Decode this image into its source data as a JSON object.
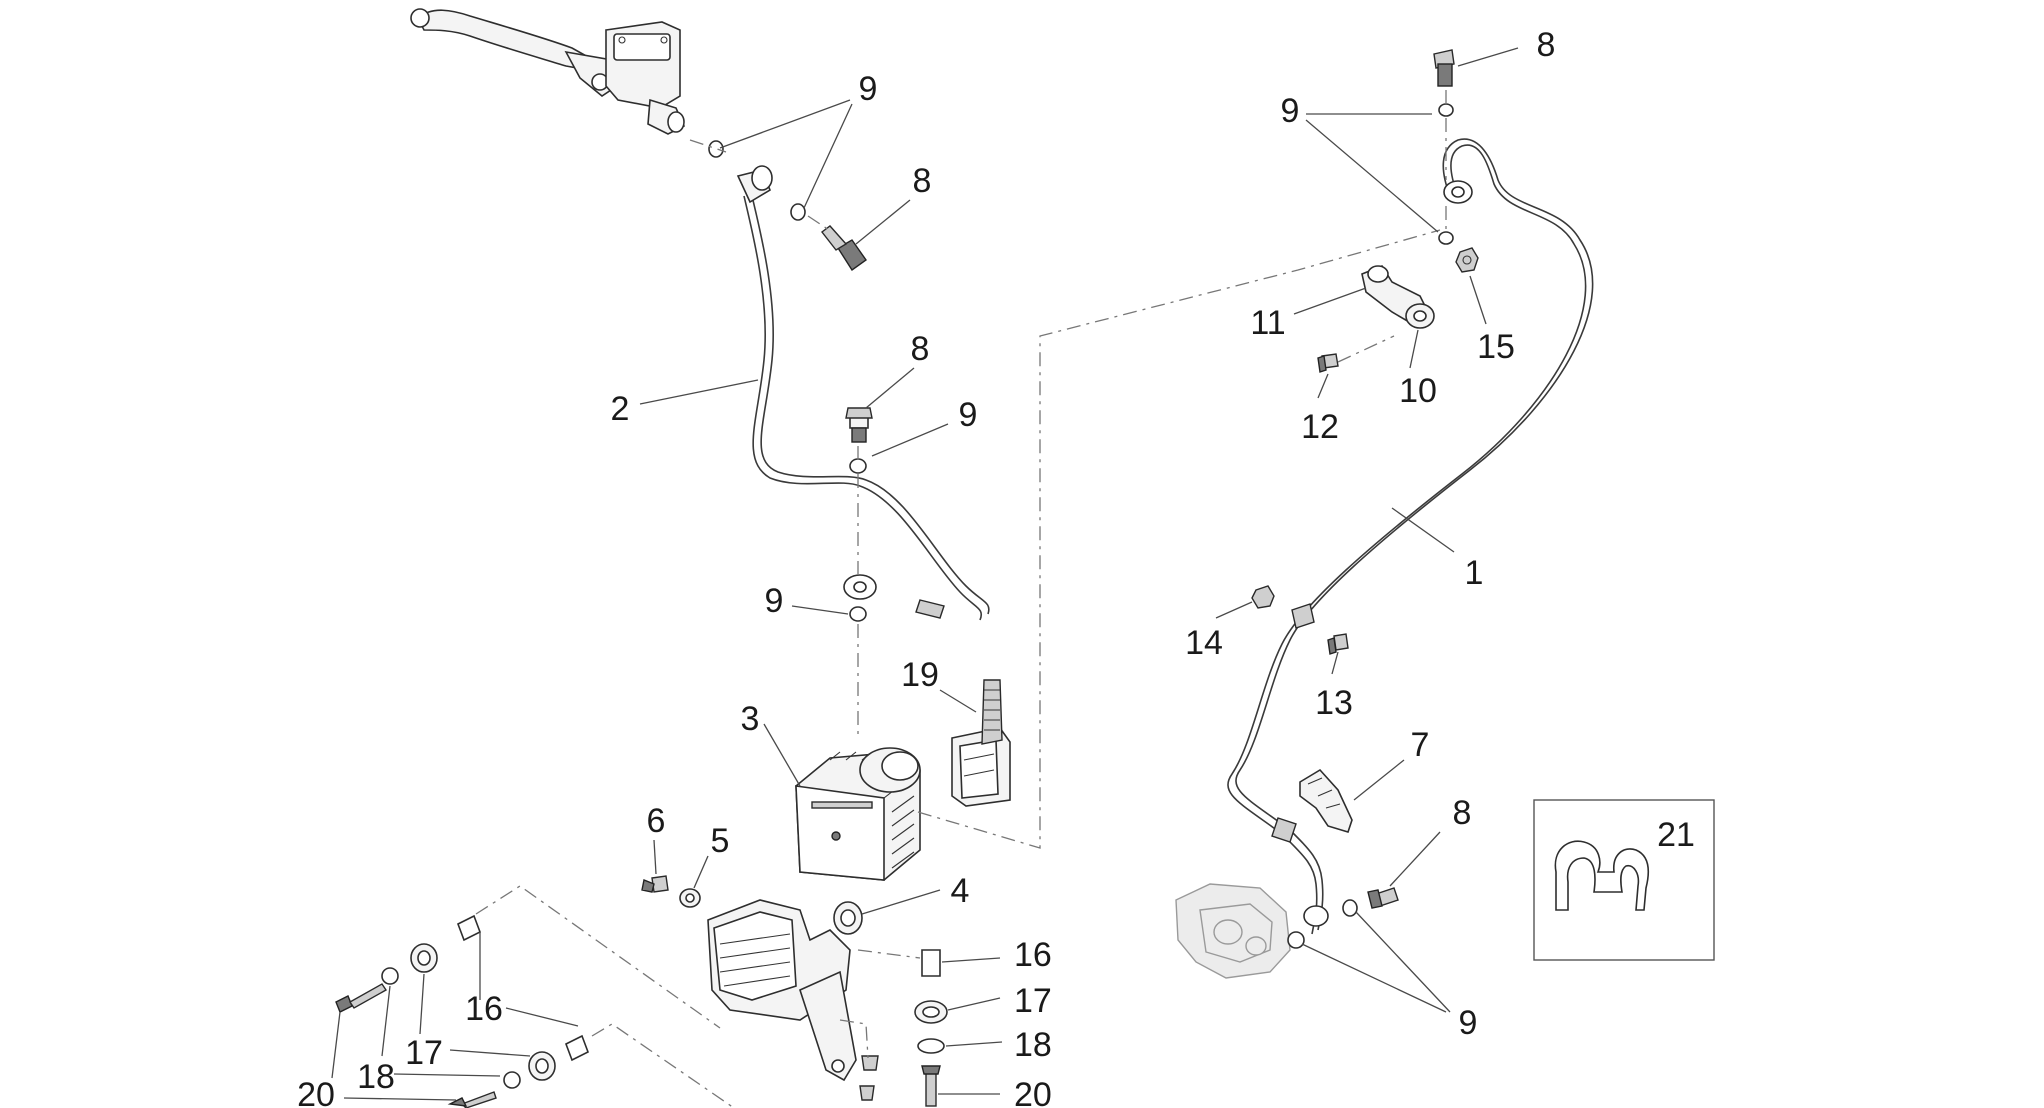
{
  "callouts": [
    {
      "id": "c1",
      "label": "1"
    },
    {
      "id": "c2",
      "label": "2"
    },
    {
      "id": "c3",
      "label": "3"
    },
    {
      "id": "c4",
      "label": "4"
    },
    {
      "id": "c5",
      "label": "5"
    },
    {
      "id": "c6",
      "label": "6"
    },
    {
      "id": "c7",
      "label": "7"
    },
    {
      "id": "c8a",
      "label": "8"
    },
    {
      "id": "c8b",
      "label": "8"
    },
    {
      "id": "c8c",
      "label": "8"
    },
    {
      "id": "c8d",
      "label": "8"
    },
    {
      "id": "c9a",
      "label": "9"
    },
    {
      "id": "c9b",
      "label": "9"
    },
    {
      "id": "c9c",
      "label": "9"
    },
    {
      "id": "c9d",
      "label": "9"
    },
    {
      "id": "c9e",
      "label": "9"
    },
    {
      "id": "c10",
      "label": "10"
    },
    {
      "id": "c11",
      "label": "11"
    },
    {
      "id": "c12",
      "label": "12"
    },
    {
      "id": "c13",
      "label": "13"
    },
    {
      "id": "c14",
      "label": "14"
    },
    {
      "id": "c15",
      "label": "15"
    },
    {
      "id": "c16a",
      "label": "16"
    },
    {
      "id": "c16b",
      "label": "16"
    },
    {
      "id": "c17a",
      "label": "17"
    },
    {
      "id": "c17b",
      "label": "17"
    },
    {
      "id": "c18a",
      "label": "18"
    },
    {
      "id": "c18b",
      "label": "18"
    },
    {
      "id": "c19",
      "label": "19"
    },
    {
      "id": "c20a",
      "label": "20"
    },
    {
      "id": "c20b",
      "label": "20"
    },
    {
      "id": "c21",
      "label": "21"
    }
  ],
  "colors": {
    "line": "#3a3a3a",
    "part_fill": "#f4f4f4",
    "background": "#ffffff"
  }
}
